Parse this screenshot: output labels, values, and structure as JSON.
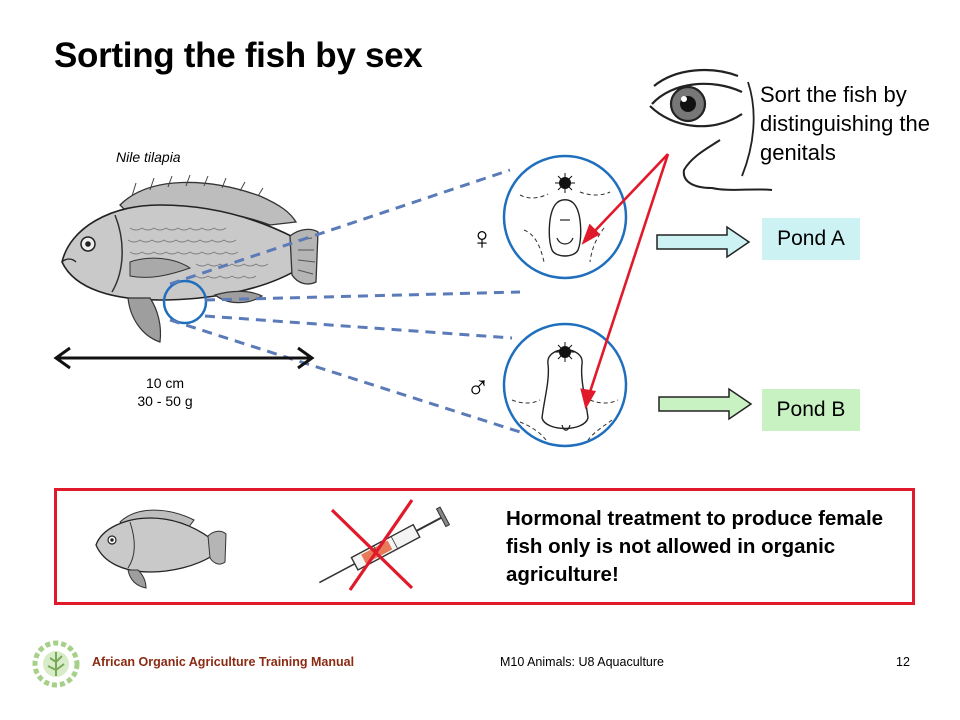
{
  "slide": {
    "title": "Sorting the fish by sex",
    "species_label": "Nile tilapia",
    "eye_note": "Sort the fish by distinguishing the genitals",
    "female_symbol": "♀",
    "male_symbol": "♂",
    "scale": {
      "length": "10 cm",
      "weight": "30 - 50 g"
    },
    "pond_a": "Pond A",
    "pond_b": "Pond B",
    "notice": "Hormonal treatment to produce female fish only is not allowed in organic agriculture!",
    "colors": {
      "red": "#e11a2b",
      "dash_blue": "#5b7bb8",
      "circle_blue": "#1f6fbd",
      "pond_a_fill": "#ccf2f4",
      "pond_b_fill": "#c8f2c2",
      "logo_green": "#a6cf88"
    }
  },
  "footer": {
    "left": "African Organic Agriculture Training Manual",
    "middle": "M10 Animals: U8 Aquaculture",
    "page": "12"
  }
}
